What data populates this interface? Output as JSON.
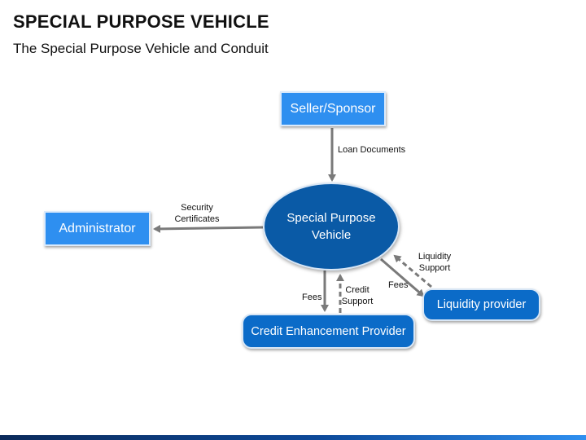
{
  "title": "SPECIAL PURPOSE VEHICLE",
  "subtitle": "The Special Purpose Vehicle and Conduit",
  "nodes": {
    "seller": "Seller/Sponsor",
    "spv_line1": "Special Purpose",
    "spv_line2": "Vehicle",
    "administrator": "Administrator",
    "credit_enhancement": "Credit Enhancement Provider",
    "liquidity": "Liquidity provider"
  },
  "labels": {
    "loan_documents": "Loan Documents",
    "security_line1": "Security",
    "security_line2": "Certificates",
    "fees_credit": "Fees",
    "credit_line1": "Credit",
    "credit_line2": "Support",
    "fees_liquidity": "Fees",
    "liquidity_line1": "Liquidity",
    "liquidity_line2": "Support"
  },
  "colors": {
    "square_box": "#2e8ff0",
    "rounded_box": "#0b6bc8",
    "ellipse": "#0a5aa6",
    "arrow": "#7a7a7a"
  }
}
